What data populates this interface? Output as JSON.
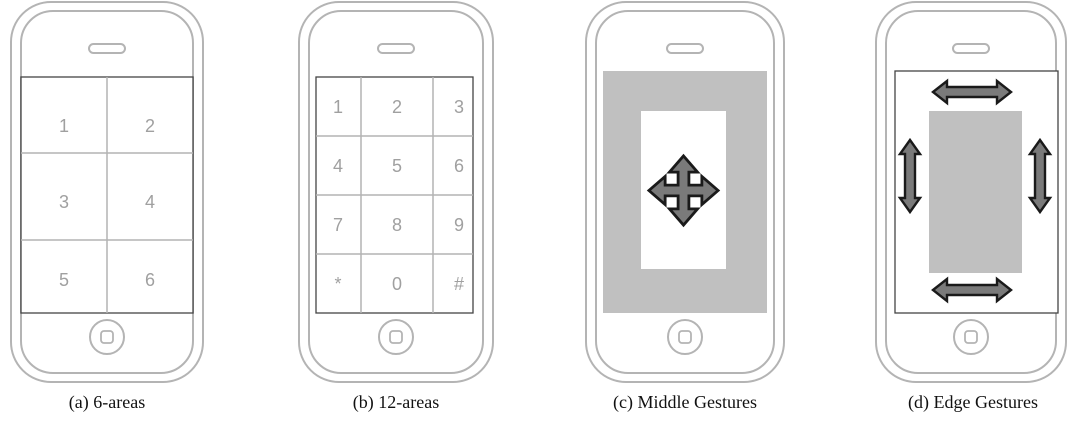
{
  "colors": {
    "phone_outline": "#b4b4b4",
    "screen_border": "#444444",
    "digit": "#a0a0a0",
    "gesture_area": "#c0c0c0",
    "arrow_fill": "#7a7a7a",
    "arrow_stroke": "#1a1a1a"
  },
  "panels": [
    {
      "caption": "(a) 6-areas",
      "keys": [
        "1",
        "2",
        "3",
        "4",
        "5",
        "6"
      ]
    },
    {
      "caption": "(b) 12-areas",
      "keys": [
        "1",
        "2",
        "3",
        "4",
        "5",
        "6",
        "7",
        "8",
        "9",
        "*",
        "0",
        "#"
      ]
    },
    {
      "caption": "(c) Middle Gestures",
      "icons": [
        "four-way-move-arrow-icon"
      ]
    },
    {
      "caption": "(d) Edge Gestures",
      "icons": [
        "horizontal-double-arrow-icon",
        "vertical-double-arrow-icon"
      ]
    }
  ]
}
